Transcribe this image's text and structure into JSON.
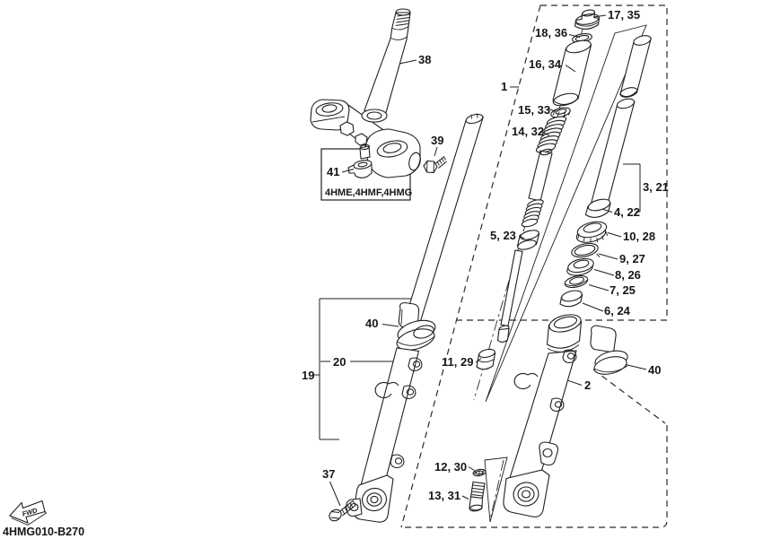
{
  "diagram": {
    "code": "4HMG010-B270",
    "fwd": "FWD",
    "model_box": "4HME,4HMF,4HMG"
  },
  "callouts": {
    "n1": "1",
    "n2": "2",
    "n3_21": "3, 21",
    "n4_22": "4, 22",
    "n5_23": "5, 23",
    "n6_24": "6, 24",
    "n7_25": "7, 25",
    "n8_26": "8, 26",
    "n9_27": "9, 27",
    "n10_28": "10, 28",
    "n11_29": "11, 29",
    "n12_30": "12, 30",
    "n13_31": "13, 31",
    "n14_32": "14, 32",
    "n15_33": "15, 33",
    "n16_34": "16, 34",
    "n17_35": "17, 35",
    "n18_36": "18, 36",
    "n19": "19",
    "n20": "20",
    "n37": "37",
    "n38": "38",
    "n39": "39",
    "n40": "40",
    "n41": "41"
  }
}
